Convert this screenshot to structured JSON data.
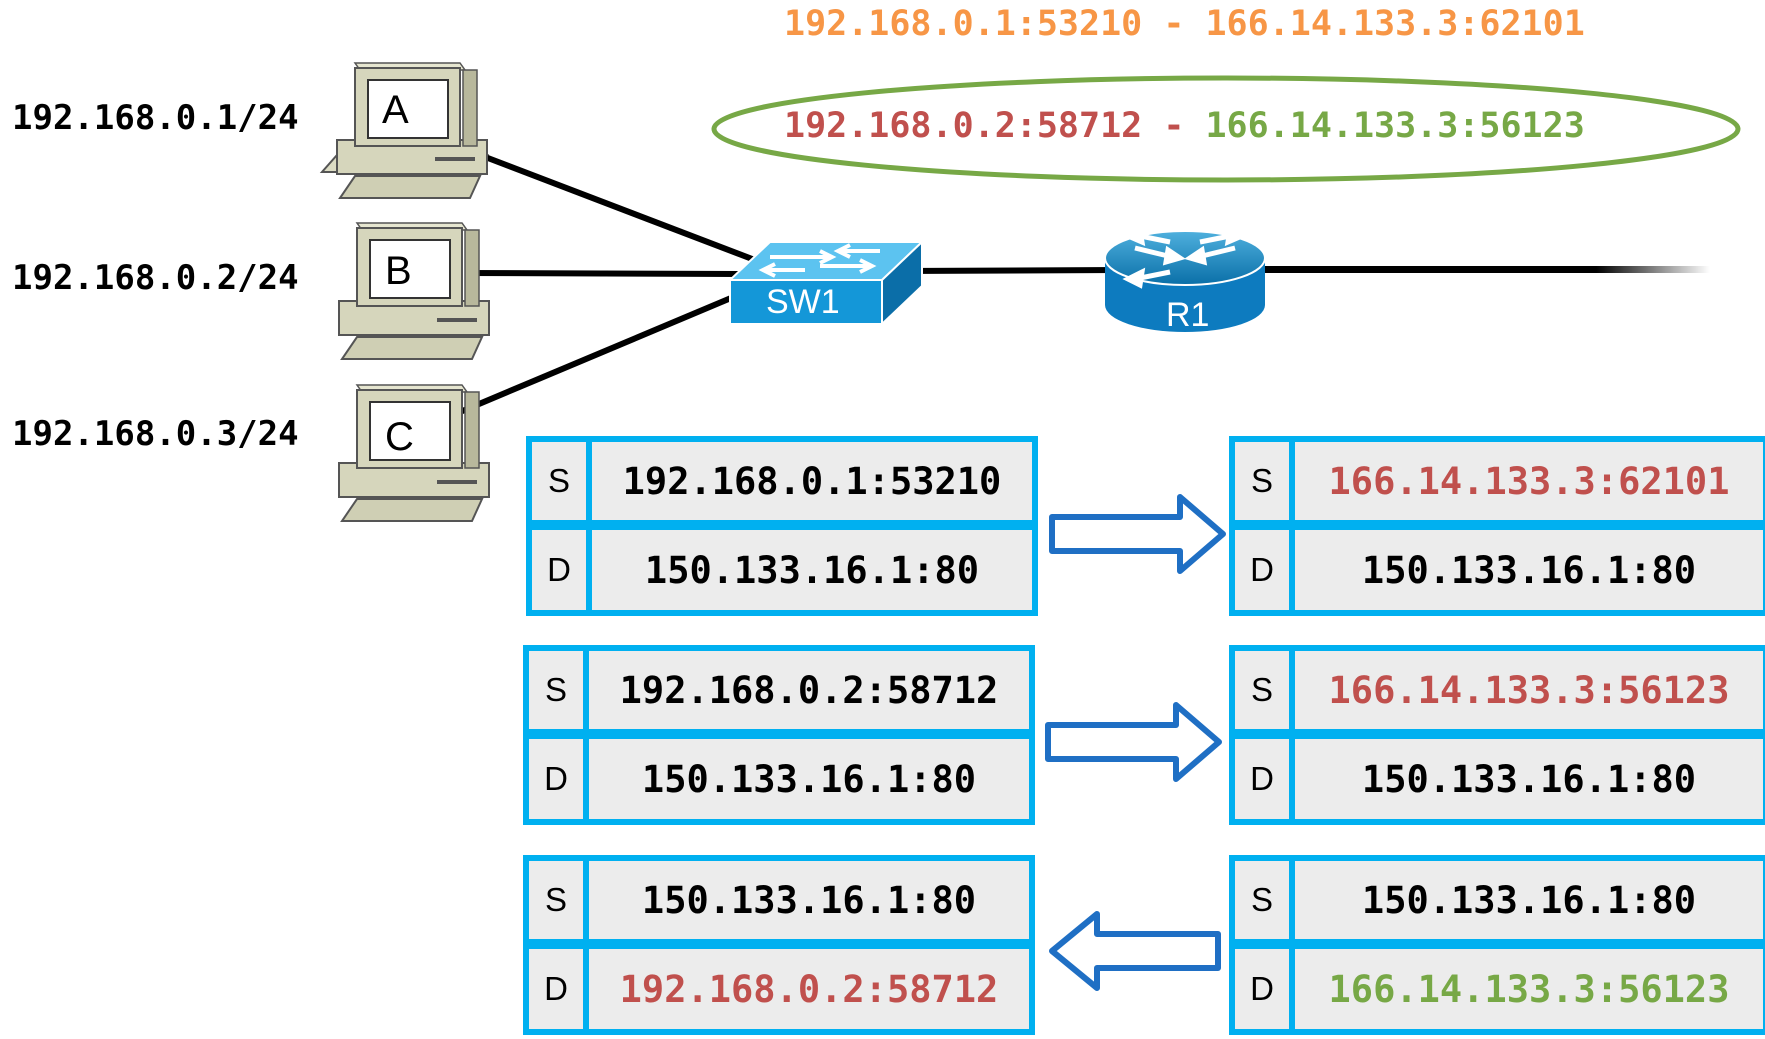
{
  "colors": {
    "orange": "#f79646",
    "red": "#c0504d",
    "green": "#77a846",
    "cyan": "#00b0f0",
    "arrow": "#1f6fc4"
  },
  "nat_table": {
    "entry1": {
      "inside": "192.168.0.1:53210",
      "sep": "-",
      "outside": "166.14.133.3:62101"
    },
    "entry2": {
      "inside": "192.168.0.2:58712",
      "sep": "-",
      "outside": "166.14.133.3:56123"
    }
  },
  "hosts": [
    {
      "ip": "192.168.0.1/24",
      "name": "A"
    },
    {
      "ip": "192.168.0.2/24",
      "name": "B"
    },
    {
      "ip": "192.168.0.3/24",
      "name": "C"
    }
  ],
  "devices": {
    "switch": "SW1",
    "router": "R1"
  },
  "field_labels": {
    "source": "S",
    "dest": "D"
  },
  "packets": [
    {
      "src": "192.168.0.1:53210",
      "dst": "150.133.16.1:80"
    },
    {
      "src": "166.14.133.3:62101",
      "dst": "150.133.16.1:80"
    },
    {
      "src": "192.168.0.2:58712",
      "dst": "150.133.16.1:80"
    },
    {
      "src": "166.14.133.3:56123",
      "dst": "150.133.16.1:80"
    },
    {
      "src": "150.133.16.1:80",
      "dst": "192.168.0.2:58712"
    },
    {
      "src": "150.133.16.1:80",
      "dst": "166.14.133.3:56123"
    }
  ]
}
